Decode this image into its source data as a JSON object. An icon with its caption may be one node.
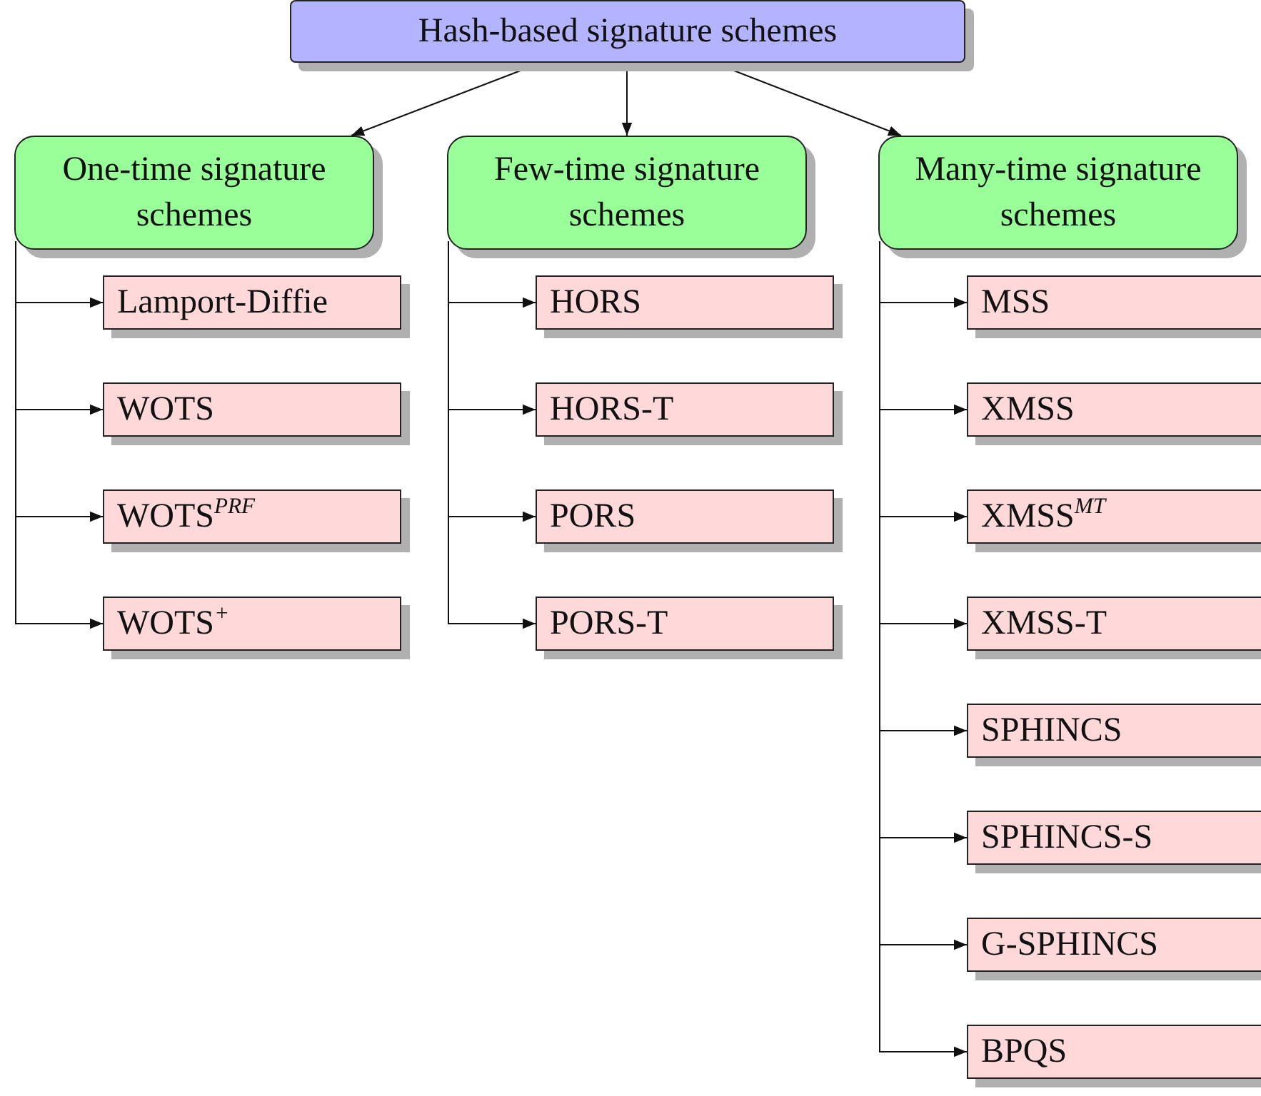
{
  "diagram": {
    "nodes": [
      {
        "text": [
          "Hash-based signature schemes"
        ]
      },
      {
        "text": [
          "One-time signature schemes"
        ]
      },
      {
        "text": [
          "Lamport-Diffie"
        ]
      },
      {
        "text": [
          "WOTS"
        ]
      },
      {
        "text": [
          "WOTS$^{PRF}$"
        ]
      },
      {
        "text": [
          "WOTS$^{+}$"
        ]
      },
      {
        "text": [
          "Few-time signature schemes"
        ]
      },
      {
        "text": [
          "HORS"
        ]
      },
      {
        "text": [
          "HORS-T"
        ]
      },
      {
        "text": [
          "PORS"
        ]
      },
      {
        "text": [
          "PORS-T"
        ]
      },
      {
        "text": [
          "Many-time signature schemes"
        ]
      },
      {
        "text": [
          "MSS"
        ]
      },
      {
        "text": [
          "XMSS"
        ]
      },
      {
        "text": [
          "XMSS$^{MT}$"
        ]
      },
      {
        "text": [
          "XMSS-T"
        ]
      },
      {
        "text": [
          "SPHINCS"
        ]
      },
      {
        "text": [
          "SPHINCS-S"
        ]
      },
      {
        "text": [
          "G-SPHINCS"
        ]
      },
      {
        "text": [
          "BPQS"
        ]
      }
    ],
    "edges": [
      {
        "from": 0,
        "to": 1,
        "arrow": "to"
      },
      {
        "from": 0,
        "to": 6,
        "arrow": "to"
      },
      {
        "from": 0,
        "to": 11,
        "arrow": "to"
      },
      {
        "from": 1,
        "to": 2,
        "arrow": "to"
      },
      {
        "from": 1,
        "to": 3,
        "arrow": "to"
      },
      {
        "from": 1,
        "to": 4,
        "arrow": "to"
      },
      {
        "from": 1,
        "to": 5,
        "arrow": "to"
      },
      {
        "from": 6,
        "to": 7,
        "arrow": "to"
      },
      {
        "from": 6,
        "to": 8,
        "arrow": "to"
      },
      {
        "from": 6,
        "to": 9,
        "arrow": "to"
      },
      {
        "from": 6,
        "to": 10,
        "arrow": "to"
      },
      {
        "from": 11,
        "to": 12,
        "arrow": "to"
      },
      {
        "from": 11,
        "to": 13,
        "arrow": "to"
      },
      {
        "from": 11,
        "to": 14,
        "arrow": "to"
      },
      {
        "from": 11,
        "to": 15,
        "arrow": "to"
      },
      {
        "from": 11,
        "to": 16,
        "arrow": "to"
      },
      {
        "from": 11,
        "to": 17,
        "arrow": "to"
      },
      {
        "from": 11,
        "to": 18,
        "arrow": "to"
      },
      {
        "from": 11,
        "to": 19,
        "arrow": "to"
      }
    ]
  }
}
